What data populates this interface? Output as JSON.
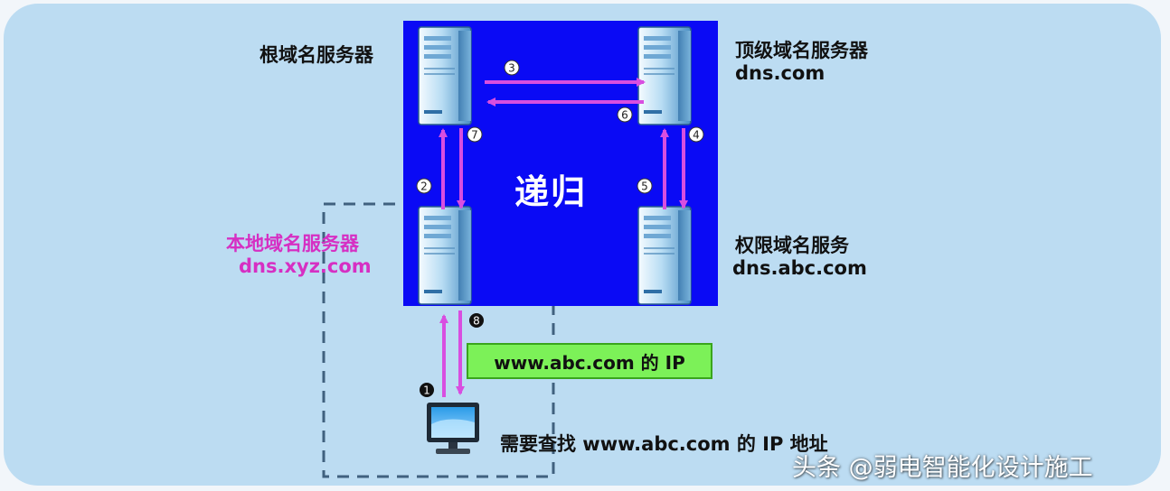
{
  "colors": {
    "background_panel": "#bcdcf2",
    "recursion_box": "#0a0af5",
    "arrow": "#d84ee0",
    "local_label": "#d62fc3",
    "ip_box": "#7cf158",
    "dashed_border": "#40617f"
  },
  "diagram": {
    "center_label": "递归",
    "root_server": {
      "name": "根域名服务器"
    },
    "tld_server": {
      "name": "顶级域名服务器",
      "domain": "dns.com"
    },
    "local_server": {
      "name": "本地域名服务器",
      "domain": "dns.xyz.com"
    },
    "auth_server": {
      "name": "权限域名服务",
      "domain": "dns.abc.com"
    },
    "steps": [
      {
        "number": "1",
        "style": "filled"
      },
      {
        "number": "2",
        "style": "outline"
      },
      {
        "number": "3",
        "style": "outline"
      },
      {
        "number": "4",
        "style": "outline"
      },
      {
        "number": "5",
        "style": "outline"
      },
      {
        "number": "6",
        "style": "outline"
      },
      {
        "number": "7",
        "style": "outline"
      },
      {
        "number": "8",
        "style": "filled"
      }
    ],
    "result_box": "www.abc.com 的 IP",
    "query_text": "需要查找 www.abc.com 的 IP 地址"
  },
  "icons": {
    "server": "server-icon",
    "computer": "computer-icon"
  },
  "watermark": "头条 @弱电智能化设计施工"
}
